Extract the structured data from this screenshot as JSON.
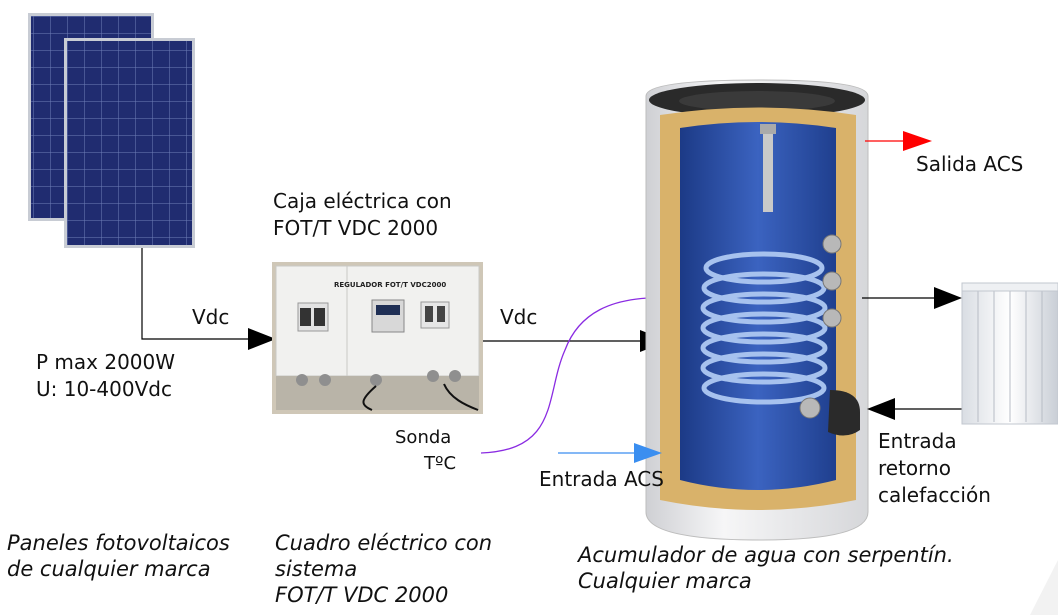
{
  "labels": {
    "box_title_line1": "Caja eléctrica con",
    "box_title_line2": "FOT/T VDC 2000",
    "vdc_left": "Vdc",
    "vdc_right": "Vdc",
    "pmax": "P max 2000W",
    "voltage_range": "U: 10-400Vdc",
    "sonda_line1": "Sonda",
    "sonda_line2": "TºC",
    "salida_acs": "Salida ACS",
    "entrada_acs": "Entrada ACS",
    "entrada_retorno_line1": "Entrada",
    "entrada_retorno_line2": "retorno",
    "entrada_retorno_line3": "calefacción",
    "regulator_panel_text": "REGULADOR FOT/T VDC2000"
  },
  "captions": {
    "panels_line1": "Paneles fotovoltaicos",
    "panels_line2": "de cualquier marca",
    "box_line1": "Cuadro eléctrico con",
    "box_line2": "sistema",
    "box_line3": "FOT/T VDC 2000",
    "tank_line1": "Acumulador de agua con serpentín.",
    "tank_line2": "Cualquier marca"
  },
  "colors": {
    "panel_blue": "#1f2a6b",
    "panel_frame": "#c8ccd4",
    "arrow_black": "#000000",
    "arrow_red": "#ff0000",
    "arrow_blue": "#3a8ef0",
    "probe_wire": "#8a2be2",
    "tank_inner": "#2b4fa3",
    "insulation": "#d9b26a",
    "tank_shell": "#e8e8ea"
  }
}
